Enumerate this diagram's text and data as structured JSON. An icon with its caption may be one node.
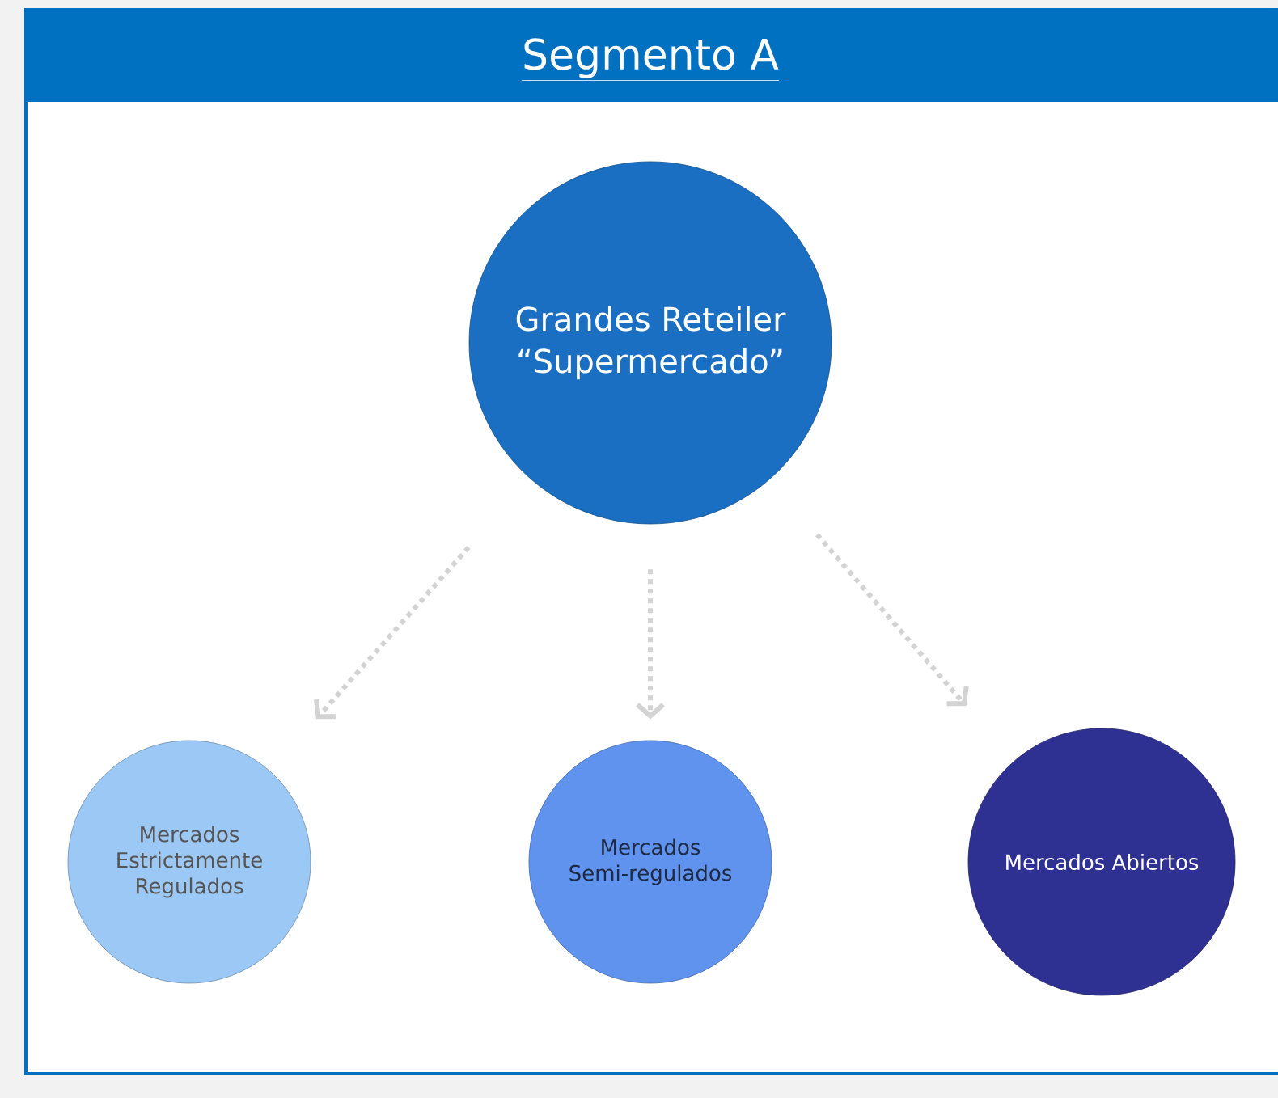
{
  "diagram": {
    "title": "Segmento A",
    "nodes": [
      {
        "text": [
          "Grandes Reteiler “Supermercado”"
        ]
      },
      {
        "text": [
          "Mercados Estrictamente Regulados"
        ]
      },
      {
        "text": [
          "Mercados Semi-regulados"
        ]
      },
      {
        "text": [
          "Mercados Abiertos"
        ]
      }
    ],
    "edges": [
      {
        "from": 0,
        "to": 1,
        "arrow": "to",
        "style": "dashed"
      },
      {
        "from": 0,
        "to": 2,
        "arrow": "to",
        "style": "dashed"
      },
      {
        "from": 0,
        "to": 3,
        "arrow": "to",
        "style": "dashed"
      }
    ]
  }
}
